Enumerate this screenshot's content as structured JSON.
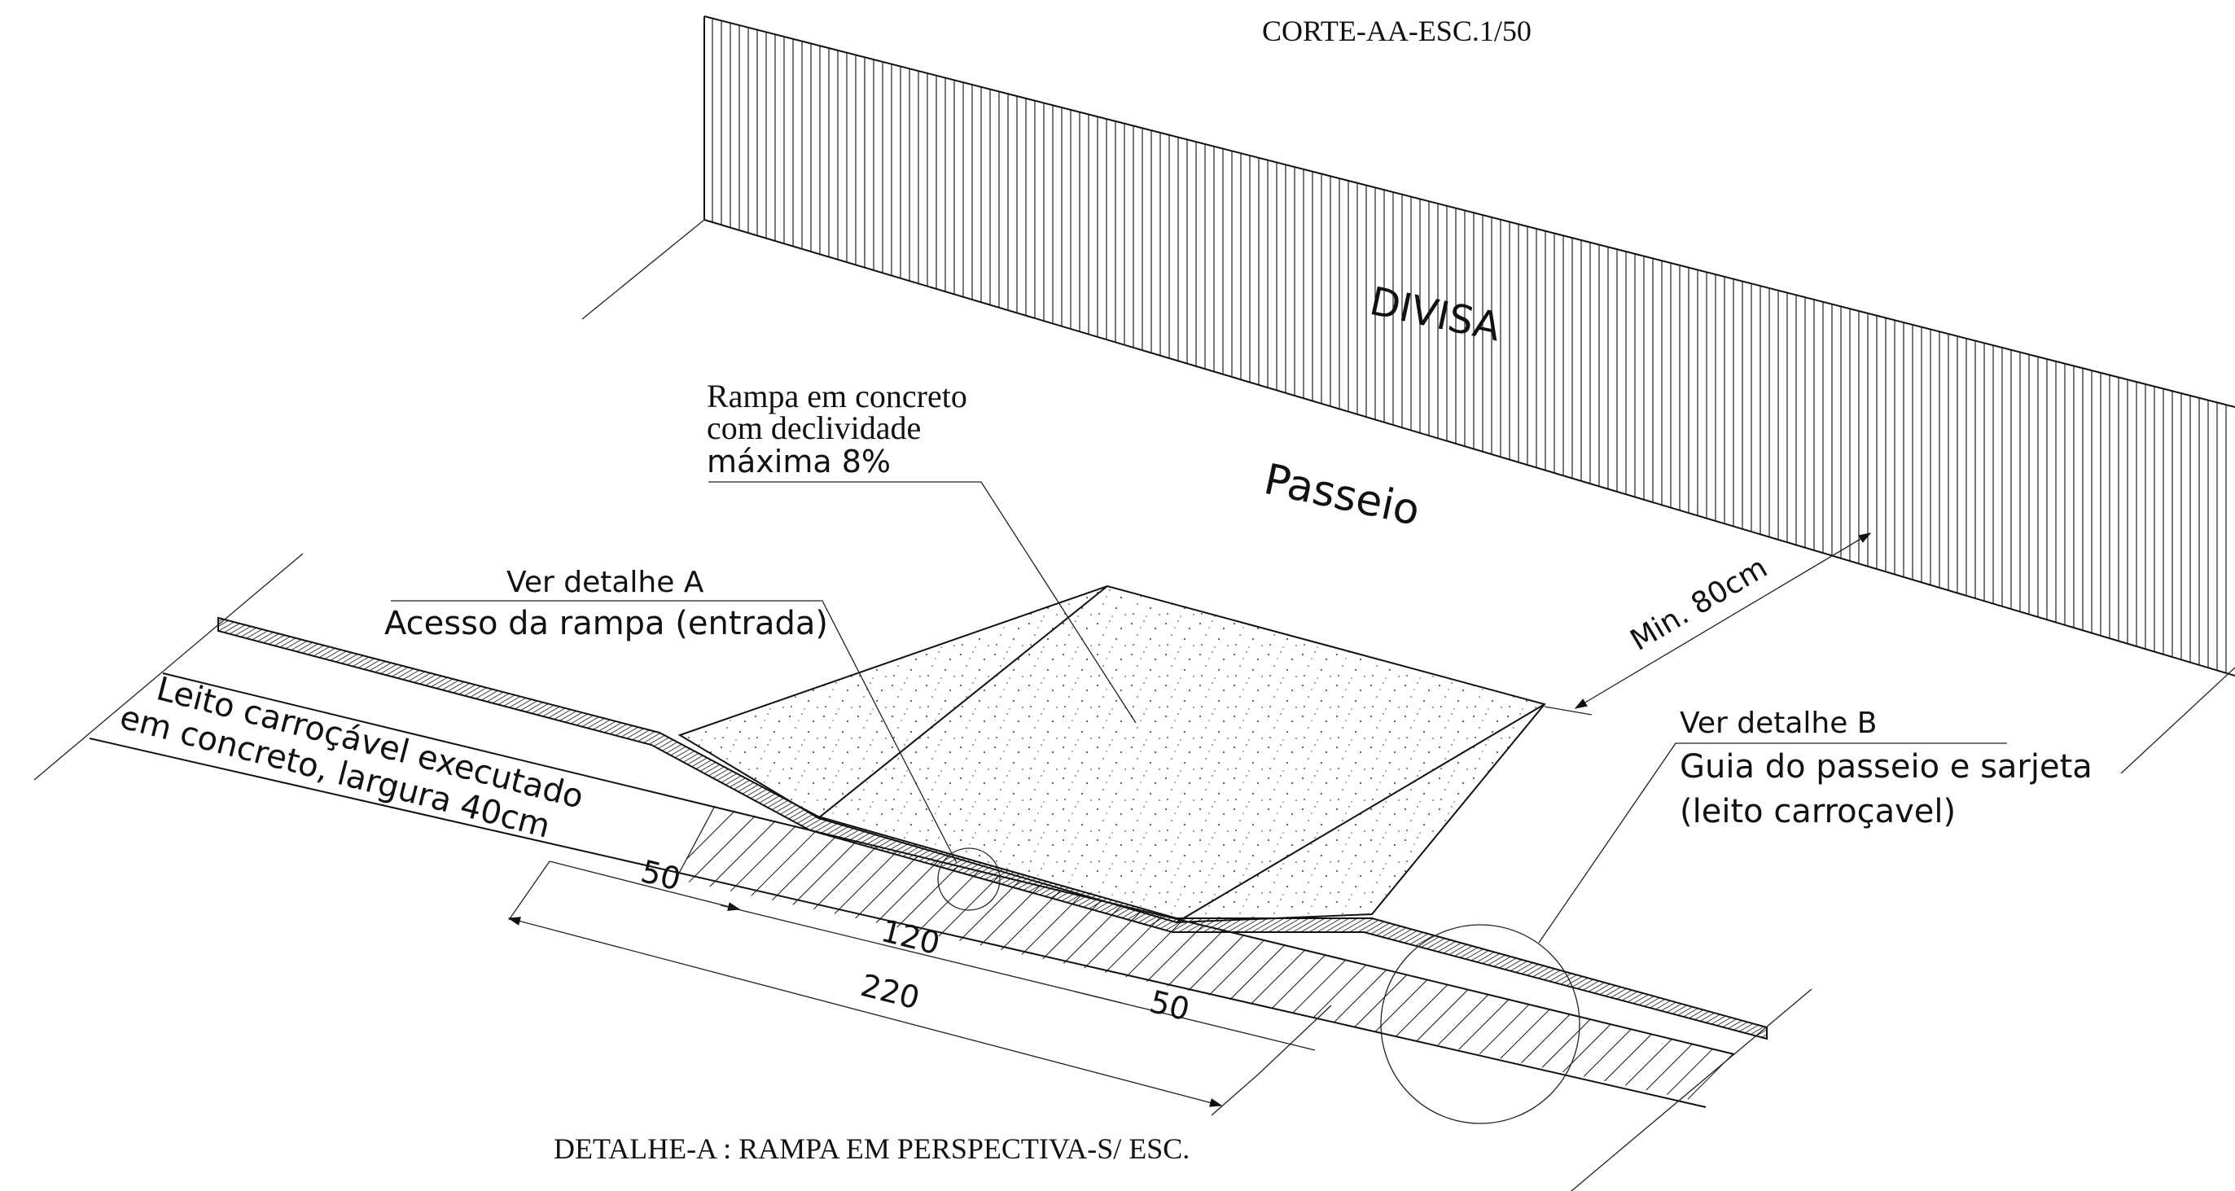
{
  "drawing": {
    "title_top": "CORTE-AA-ESC.1/50",
    "title_bottom": "DETALHE-A : RAMPA EM PERSPECTIVA-S/ ESC.",
    "wall_label": "DIVISA",
    "sidewalk_label": "Passeio",
    "ramp_note": [
      "Rampa em concreto",
      "com declividade",
      "máxima 8%"
    ],
    "detail_a": {
      "ref": "Ver detalhe A",
      "desc": "Acesso da rampa (entrada)"
    },
    "detail_b": {
      "ref": "Ver detalhe B",
      "desc": [
        "Guia do passeio e sarjeta",
        "(leito carroçavel)"
      ]
    },
    "road_note": [
      "Leito carroçável executado",
      "em concreto, largura 40cm"
    ],
    "dimensions": {
      "min_width": "Min. 80cm",
      "d50_left": "50",
      "d120": "120",
      "d220": "220",
      "d50_right": "50"
    }
  }
}
